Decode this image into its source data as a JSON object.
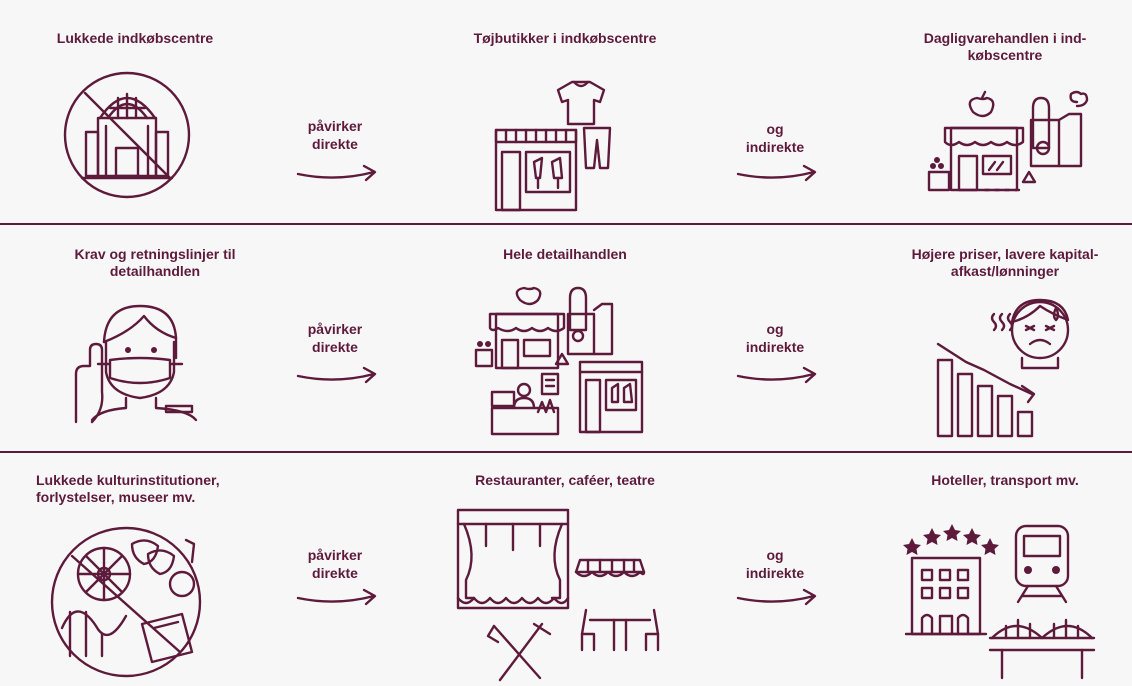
{
  "rows": [
    {
      "cause": "Lukkede indkøbscentre",
      "direct_target": "Tøjbutikker i indkøbscentre",
      "indirect_target": "Dagligvarehandlen i ind-købscentre",
      "direct_label_1": "påvirker",
      "direct_label_2": "direkte",
      "indirect_label_1": "og",
      "indirect_label_2": "indirekte"
    },
    {
      "cause": "Krav og retningslinjer til detailhandlen",
      "direct_target": "Hele detailhandlen",
      "indirect_target": "Højere priser, lavere kapital-afkast/lønninger",
      "direct_label_1": "påvirker",
      "direct_label_2": "direkte",
      "indirect_label_1": "og",
      "indirect_label_2": "indirekte"
    },
    {
      "cause": "Lukkede kulturinstitutioner, forlystelser, museer mv.",
      "direct_target": "Restauranter, caféer, teatre",
      "indirect_target": "Hoteller, transport mv.",
      "direct_label_1": "påvirker",
      "direct_label_2": "direkte",
      "indirect_label_1": "og",
      "indirect_label_2": "indirekte"
    }
  ],
  "colors": {
    "accent": "#5e1a3b",
    "background": "#f7f7f7"
  },
  "icons": {
    "row1": [
      "closed-mall-icon",
      "clothing-store-icon",
      "grocery-store-icon"
    ],
    "row2": [
      "masked-person-icon",
      "retail-shops-icon",
      "declining-chart-stressed-person-icon"
    ],
    "row3": [
      "closed-amusement-icon",
      "theater-cafe-icon",
      "hotel-train-bridge-icon"
    ]
  }
}
